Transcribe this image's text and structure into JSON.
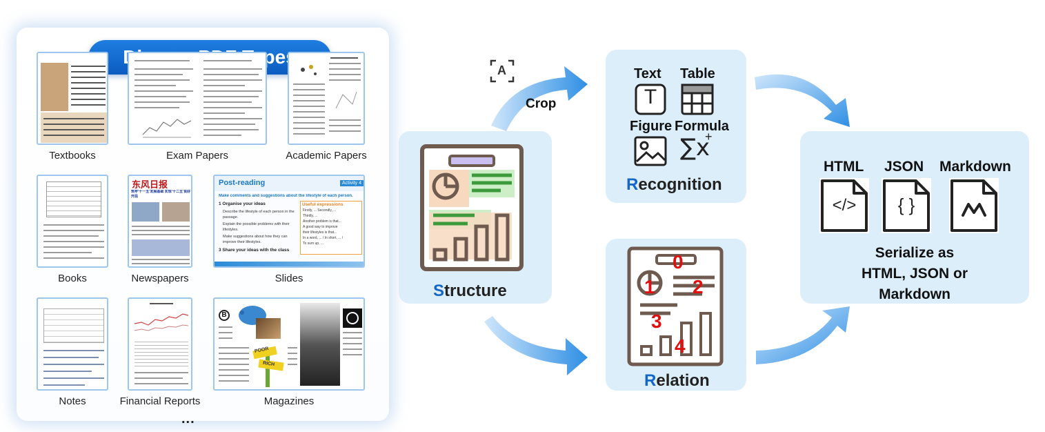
{
  "left_panel": {
    "title": "Diverse PDF Types",
    "types": [
      {
        "id": "textbooks",
        "label": "Textbooks"
      },
      {
        "id": "exam-papers",
        "label": "Exam Papers"
      },
      {
        "id": "academic-papers",
        "label": "Academic Papers"
      },
      {
        "id": "books",
        "label": "Books"
      },
      {
        "id": "newspapers",
        "label": "Newspapers"
      },
      {
        "id": "slides",
        "label": "Slides"
      },
      {
        "id": "notes",
        "label": "Notes"
      },
      {
        "id": "financial-reports",
        "label": "Financial Reports"
      },
      {
        "id": "magazines",
        "label": "Magazines"
      }
    ],
    "more": "..."
  },
  "slide_thumb": {
    "title": "Post-reading",
    "badge": "Activity 4",
    "instruction": "Make comments and suggestions about the lifestyle of each person.",
    "step1": "1 Organise your ideas",
    "bullets": [
      "Describe the lifestyle of each person in the passage.",
      "Explain the possible problems with their lifestyles.",
      "Make suggestions about how they can improve their lifestyles."
    ],
    "step3": "3 Share your ideas with the class",
    "box_title": "Useful expressions",
    "box_lines": [
      "Firstly, ... Secondly, ...",
      "Thirdly, ...",
      "Another problem is that...",
      "A good way to improve",
      "their lifestyles is that...",
      "In a word, ... / In short, ... /",
      "To sum up, ..."
    ]
  },
  "newspaper_thumb": {
    "masthead": "东风日报",
    "headline": "筑牢'十一五'发展基础  实现'十二五'良好开局"
  },
  "magazine_thumb": {
    "logo": "B",
    "sign_top": "POOR",
    "sign_bottom": "RICH"
  },
  "flow": {
    "crop_label": "Crop",
    "crop_icon_letter": "A",
    "structure": {
      "first": "S",
      "rest": "tructure"
    },
    "recognition": {
      "first": "R",
      "rest": "ecognition",
      "items": [
        {
          "label": "Text",
          "icon": "text-icon",
          "glyph": "T"
        },
        {
          "label": "Table",
          "icon": "table-icon"
        },
        {
          "label": "Figure",
          "icon": "figure-icon"
        },
        {
          "label": "Formula",
          "icon": "formula-icon",
          "glyph": "∑x"
        }
      ]
    },
    "relation": {
      "first": "R",
      "rest": "elation",
      "order_numbers": [
        "0",
        "1",
        "2",
        "3",
        "4"
      ]
    },
    "output": {
      "formats": [
        {
          "label": "HTML",
          "icon": "html-file-icon",
          "glyph": "</>"
        },
        {
          "label": "JSON",
          "icon": "json-file-icon",
          "glyph": "{ }"
        },
        {
          "label": "Markdown",
          "icon": "markdown-file-icon"
        }
      ],
      "serialize_lines": [
        "Serialize as",
        "HTML, JSON or",
        "Markdown"
      ]
    }
  },
  "colors": {
    "accent_blue": "#1467c8",
    "box_fill": "#dceefa",
    "arrow_blue": "#3a9be8",
    "number_red": "#e01010",
    "doc_brown": "#6e5a4e",
    "highlight_orange": "#f7d9bf",
    "highlight_green": "#cdeec6",
    "highlight_purple": "#c9bff0"
  }
}
